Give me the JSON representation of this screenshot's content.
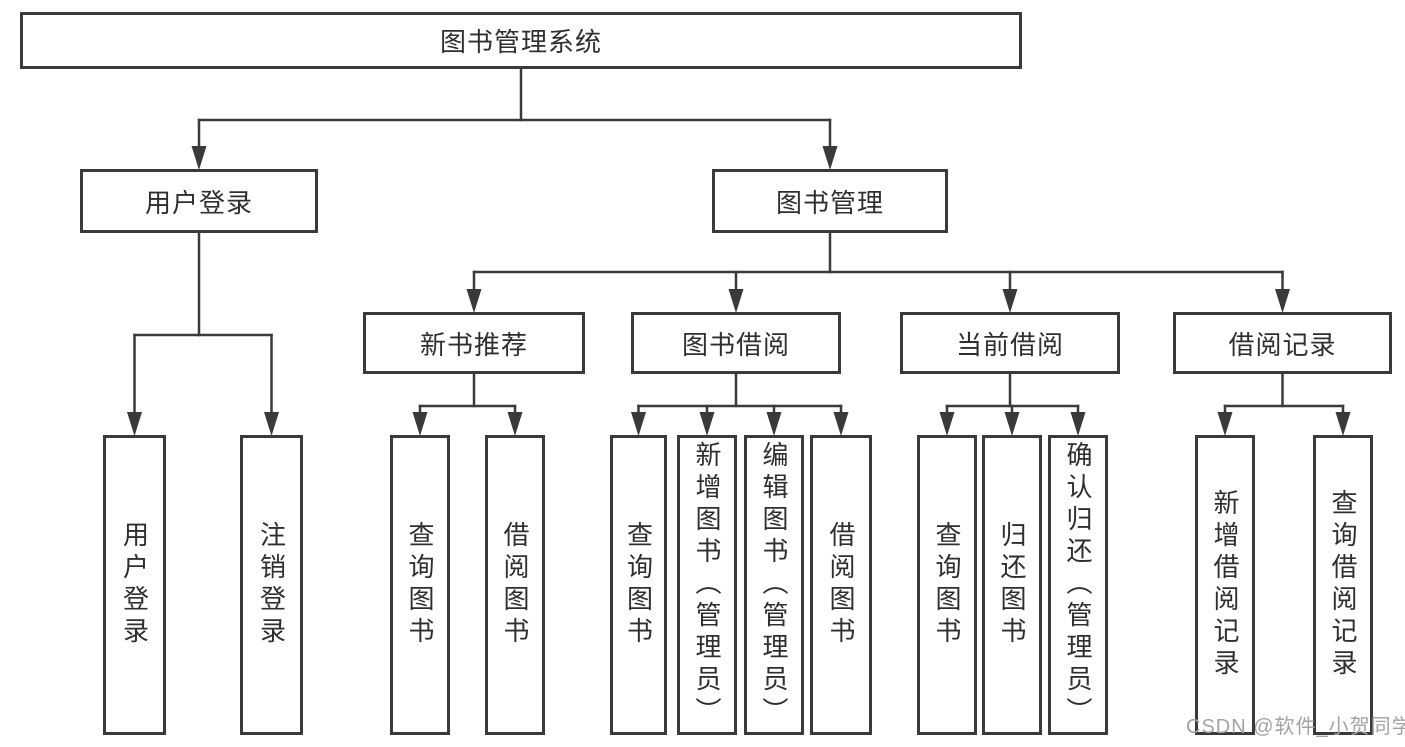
{
  "colors": {
    "line": "#3a3a3a",
    "box_border": "#3a3a3a",
    "box_background": "#ffffff",
    "text": "#2f2f2f",
    "watermark": "#a3a3a3",
    "page_background": "#ffffff"
  },
  "watermark": {
    "text": "CSDN @软件_小贺同学"
  },
  "diagram": {
    "nodes": [
      {
        "id": "root",
        "label": "图书管理系统",
        "parent": null,
        "orientation": "horizontal"
      },
      {
        "id": "user-login",
        "label": "用户登录",
        "parent": "root",
        "orientation": "horizontal"
      },
      {
        "id": "book-mgmt",
        "label": "图书管理",
        "parent": "root",
        "orientation": "horizontal"
      },
      {
        "id": "new-book-rec",
        "label": "新书推荐",
        "parent": "book-mgmt",
        "orientation": "horizontal"
      },
      {
        "id": "book-borrow",
        "label": "图书借阅",
        "parent": "book-mgmt",
        "orientation": "horizontal"
      },
      {
        "id": "current-borrow",
        "label": "当前借阅",
        "parent": "book-mgmt",
        "orientation": "horizontal"
      },
      {
        "id": "borrow-records",
        "label": "借阅记录",
        "parent": "book-mgmt",
        "orientation": "horizontal"
      },
      {
        "id": "leaf-user-login",
        "label": "用户登录",
        "parent": "user-login",
        "orientation": "vertical"
      },
      {
        "id": "leaf-logout",
        "label": "注销登录",
        "parent": "user-login",
        "orientation": "vertical"
      },
      {
        "id": "leaf-nbr-query",
        "label": "查询图书",
        "parent": "new-book-rec",
        "orientation": "vertical"
      },
      {
        "id": "leaf-nbr-borrow",
        "label": "借阅图书",
        "parent": "new-book-rec",
        "orientation": "vertical"
      },
      {
        "id": "leaf-bb-query",
        "label": "查询图书",
        "parent": "book-borrow",
        "orientation": "vertical"
      },
      {
        "id": "leaf-bb-add",
        "label": "新增图书（管理员）",
        "parent": "book-borrow",
        "orientation": "vertical"
      },
      {
        "id": "leaf-bb-edit",
        "label": "编辑图书（管理员）",
        "parent": "book-borrow",
        "orientation": "vertical"
      },
      {
        "id": "leaf-bb-borrow",
        "label": "借阅图书",
        "parent": "book-borrow",
        "orientation": "vertical"
      },
      {
        "id": "leaf-cb-query",
        "label": "查询图书",
        "parent": "current-borrow",
        "orientation": "vertical"
      },
      {
        "id": "leaf-cb-return",
        "label": "归还图书",
        "parent": "current-borrow",
        "orientation": "vertical"
      },
      {
        "id": "leaf-cb-confirm",
        "label": "确认归还（管理员）",
        "parent": "current-borrow",
        "orientation": "vertical"
      },
      {
        "id": "leaf-br-add",
        "label": "新增借阅记录",
        "parent": "borrow-records",
        "orientation": "vertical"
      },
      {
        "id": "leaf-br-query",
        "label": "查询借阅记录",
        "parent": "borrow-records",
        "orientation": "vertical"
      }
    ]
  }
}
